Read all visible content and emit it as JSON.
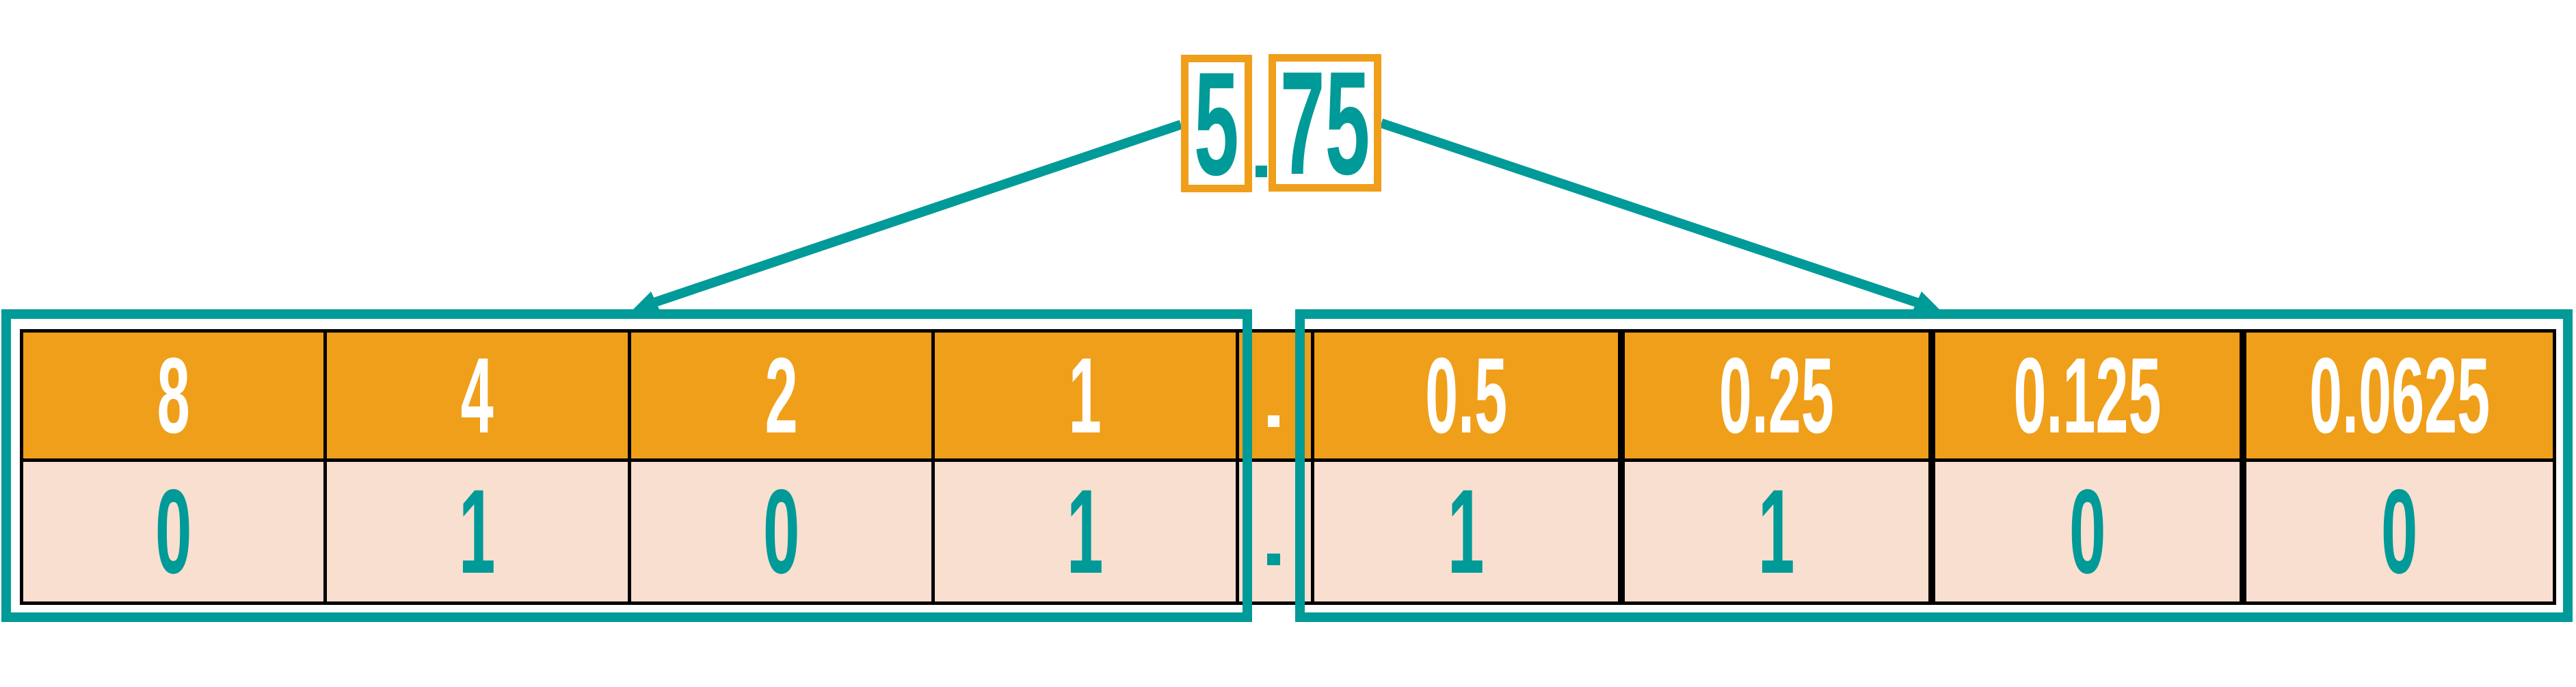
{
  "number": {
    "integer_part": "5",
    "separator": ".",
    "fraction_part": "75"
  },
  "table": {
    "integer_headers": [
      "8",
      "4",
      "2",
      "1"
    ],
    "fraction_headers": [
      "0.5",
      "0.25",
      "0.125",
      "0.0625"
    ],
    "integer_bits": [
      "0",
      "1",
      "0",
      "1"
    ],
    "fraction_bits": [
      "1",
      "1",
      "0",
      "0"
    ]
  },
  "colors": {
    "teal": "#009A98",
    "orange": "#F09F1A",
    "peach": "#F8DFCF"
  }
}
